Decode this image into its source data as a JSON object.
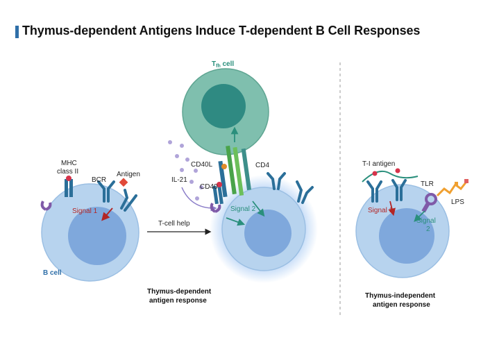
{
  "header": {
    "title": "Thymus-dependent Antigens Induce T-dependent B Cell Responses"
  },
  "left_panel": {
    "mhc_label_line1": "MHC",
    "mhc_label_line2": "class II",
    "bcr_label": "BCR",
    "antigen_label": "Antigen",
    "signal1_label": "Signal 1",
    "bcell_label": "B cell",
    "tcell_help_label": "T-cell help"
  },
  "middle_panel": {
    "tfh_label_main": "T",
    "tfh_label_sub": "fh",
    "tfh_label_rest": " cell",
    "il21_label": "IL-21",
    "cd40l_label": "CD40L",
    "cd40_label": "CD40",
    "cd4_label": "CD4",
    "signal2_label": "Signal 2",
    "caption_line1": "Thymus-dependent",
    "caption_line2": "antigen response"
  },
  "right_panel": {
    "ti_antigen_label": "T-I antigen",
    "tlr_label": "TLR",
    "lps_label": "LPS",
    "signal1_label": "Signal 1",
    "signal2_line1": "Signal",
    "signal2_line2": "2",
    "caption_line1": "Thymus-independent",
    "caption_line2": "antigen response"
  },
  "colors": {
    "cell_fill": "#b7d3ee",
    "nucleus_fill": "#7fa8dc",
    "tfh_fill": "#7fbfae",
    "tfh_nucleus": "#2f8a82",
    "receptor": "#2b6f99",
    "signal1": "#b32525",
    "signal2": "#2a8f7c",
    "il21": "#b0a4d9",
    "title_accent": "#2f6fa8"
  }
}
